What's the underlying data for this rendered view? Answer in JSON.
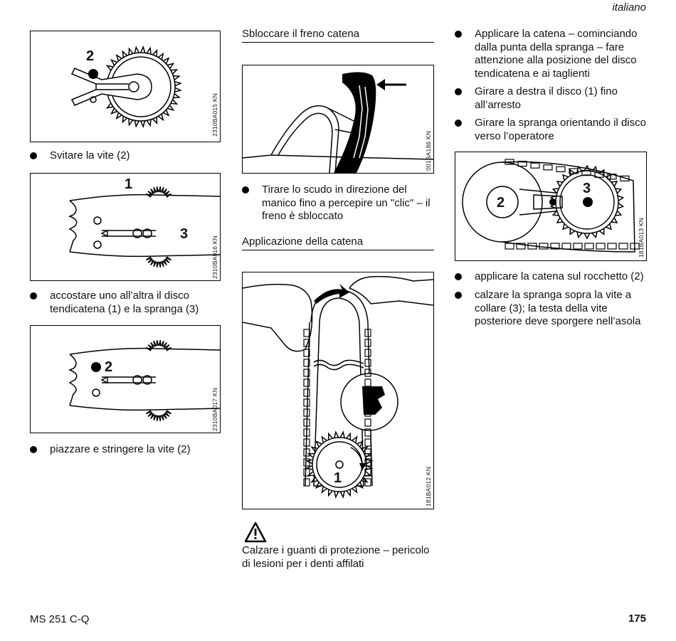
{
  "header": {
    "language": "italiano"
  },
  "col1": {
    "fig1_code": "2310BA015 KN",
    "fig1_callout": "2",
    "bullet1": "Svitare la vite (2)",
    "fig2_code": "2310BA016 KN",
    "fig2_callout_1": "1",
    "fig2_callout_3": "3",
    "bullet2_line1": "accostare uno all’altra il disco",
    "bullet2_line2": "tendicatena (1) e la spranga (3)",
    "fig3_code": "2310BA017 KN",
    "fig3_callout": "2",
    "bullet3": "piazzare e stringere la vite (2)"
  },
  "col2": {
    "title1": "Sbloccare il freno catena",
    "fig4_code": "001BA186 KN",
    "bullet1_line1": "Tirare lo scudo in direzione del",
    "bullet1_line2": "manico fino a percepire un \"clic\" – il",
    "bullet1_line3": "freno è sbloccato",
    "title2": "Applicazione della catena",
    "fig5_code": "181BA012 KN",
    "fig5_callout": "1",
    "warning_line1": "Calzare i guanti di protezione – pericolo",
    "warning_line2": "di lesioni per i denti affilati"
  },
  "col3": {
    "bullet1_line1": "Applicare la catena – cominciando",
    "bullet1_line2": "dalla punta della spranga – fare",
    "bullet1_line3": "attenzione alla posizione del disco",
    "bullet1_line4": "tendicatena e ai taglienti",
    "bullet2_line1": "Girare a destra il disco (1) fino",
    "bullet2_line2": "all’arresto",
    "bullet3_line1": "Girare la spranga orientando il disco",
    "bullet3_line2": "verso l’operatore",
    "fig6_code": "181BA013 KN",
    "fig6_callout_2": "2",
    "fig6_callout_3": "3",
    "bullet4": "applicare la catena sul rocchetto (2)",
    "bullet5_line1": "calzare la spranga sopra la vite a",
    "bullet5_line2": "collare (3); la testa della vite",
    "bullet5_line3": "posteriore deve sporgere nell’asola"
  },
  "footer": {
    "model": "MS 251 C-Q",
    "page_number": "175"
  }
}
